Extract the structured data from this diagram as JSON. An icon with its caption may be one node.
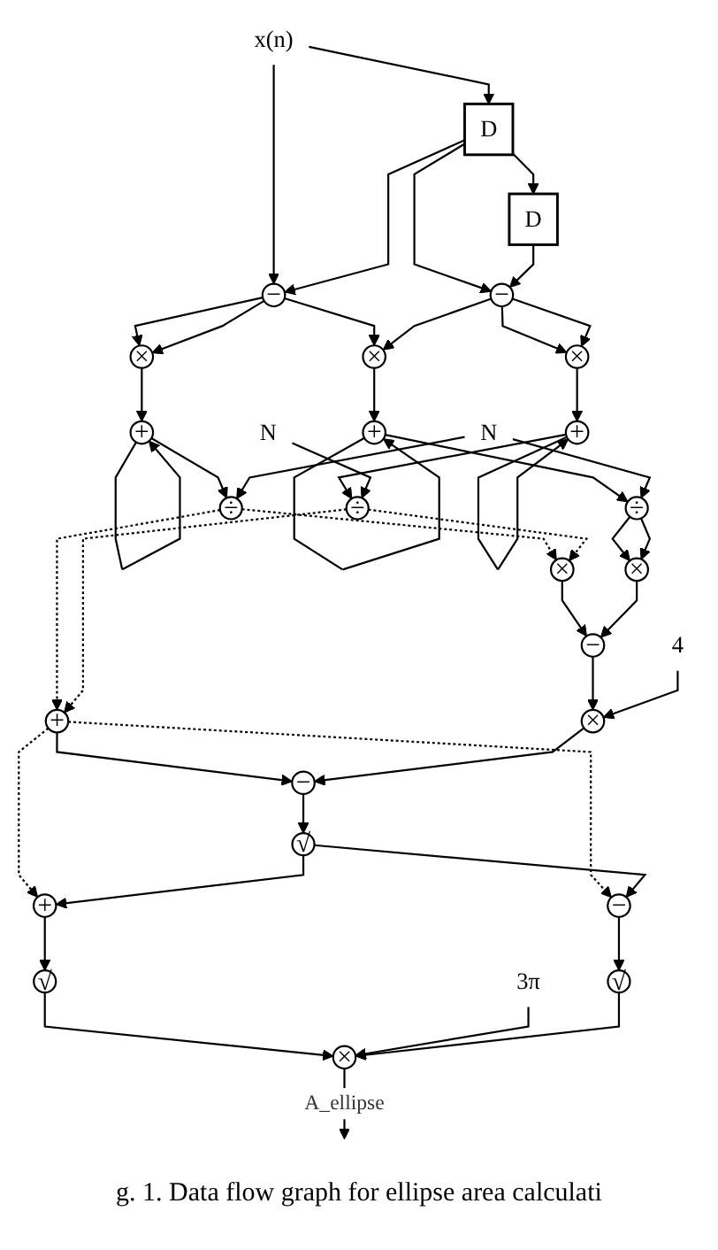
{
  "diagram": {
    "caption": "g. 1. Data flow graph for ellipse area calculati",
    "nodes": [
      {
        "text": [
          "x(n)"
        ]
      },
      {
        "text": [
          "D"
        ]
      },
      {
        "text": [
          "D"
        ]
      },
      {
        "text": [
          "−"
        ]
      },
      {
        "text": [
          "−"
        ]
      },
      {
        "text": [
          "×"
        ]
      },
      {
        "text": [
          "×"
        ]
      },
      {
        "text": [
          "×"
        ]
      },
      {
        "text": [
          "+"
        ]
      },
      {
        "text": [
          "+"
        ]
      },
      {
        "text": [
          "+"
        ]
      },
      {
        "text": [
          "N"
        ]
      },
      {
        "text": [
          "÷"
        ]
      },
      {
        "text": [
          "÷"
        ]
      },
      {
        "text": [
          "÷"
        ]
      },
      {
        "text": [
          "N"
        ]
      },
      {
        "text": [
          "×"
        ]
      },
      {
        "text": [
          "×"
        ]
      },
      {
        "text": [
          "+"
        ]
      },
      {
        "text": [
          "−"
        ]
      },
      {
        "text": [
          "−"
        ]
      },
      {
        "text": [
          "4"
        ]
      },
      {
        "text": [
          "×"
        ]
      },
      {
        "text": [
          "√"
        ]
      },
      {
        "text": [
          "+"
        ]
      },
      {
        "text": [
          "−"
        ]
      },
      {
        "text": [
          "√"
        ]
      },
      {
        "text": [
          "3π"
        ]
      },
      {
        "text": [
          "√"
        ]
      },
      {
        "text": [
          "×"
        ]
      }
    ],
    "edges": [
      {
        "from": 0,
        "to": 1,
        "arrow": "to"
      },
      {
        "from": 0,
        "to": 3,
        "arrow": "to"
      },
      {
        "from": 1,
        "to": 2,
        "arrow": "to"
      },
      {
        "from": 1,
        "to": 3,
        "arrow": "to"
      },
      {
        "from": 1,
        "to": 4,
        "arrow": "to"
      },
      {
        "from": 2,
        "to": 4,
        "arrow": "to"
      },
      {
        "from": 3,
        "to": 5,
        "arrow": "to"
      },
      {
        "from": 3,
        "to": 5,
        "arrow": "to"
      },
      {
        "from": 3,
        "to": 6,
        "arrow": "to"
      },
      {
        "from": 4,
        "to": 6,
        "arrow": "to"
      },
      {
        "from": 4,
        "to": 7,
        "arrow": "to"
      },
      {
        "from": 4,
        "to": 7,
        "arrow": "to"
      },
      {
        "from": 5,
        "to": 8,
        "arrow": "to"
      },
      {
        "from": 6,
        "to": 9,
        "arrow": "to"
      },
      {
        "from": 7,
        "to": 10,
        "arrow": "to"
      },
      {
        "from": 8,
        "to": 8,
        "arrow": "to"
      },
      {
        "from": 9,
        "to": 9,
        "arrow": "to"
      },
      {
        "from": 10,
        "to": 10,
        "arrow": "to"
      },
      {
        "from": 8,
        "to": 12,
        "arrow": "to"
      },
      {
        "from": 9,
        "to": 13,
        "arrow": "to"
      },
      {
        "from": 10,
        "to": 14,
        "arrow": "to"
      },
      {
        "from": 11,
        "to": 12,
        "arrow": "to"
      },
      {
        "from": 11,
        "to": 13,
        "arrow": "to"
      },
      {
        "from": 15,
        "to": 14,
        "arrow": "to"
      },
      {
        "from": 12,
        "to": 16,
        "arrow": "to",
        "style": "dashed"
      },
      {
        "from": 12,
        "to": 18,
        "arrow": "to",
        "style": "dashed"
      },
      {
        "from": 13,
        "to": 17,
        "arrow": "to"
      },
      {
        "from": 13,
        "to": 17,
        "arrow": "to"
      },
      {
        "from": 14,
        "to": 16,
        "arrow": "to",
        "style": "dashed"
      },
      {
        "from": 14,
        "to": 18,
        "arrow": "to",
        "style": "dashed"
      },
      {
        "from": 16,
        "to": 19,
        "arrow": "to"
      },
      {
        "from": 17,
        "to": 19,
        "arrow": "to"
      },
      {
        "from": 18,
        "to": 20,
        "arrow": "to"
      },
      {
        "from": 19,
        "to": 22,
        "arrow": "to"
      },
      {
        "from": 21,
        "to": 22,
        "arrow": "to"
      },
      {
        "from": 22,
        "to": 20,
        "arrow": "to"
      },
      {
        "from": 20,
        "to": 23,
        "arrow": "to"
      },
      {
        "from": 18,
        "to": 24,
        "arrow": "to",
        "style": "dashed"
      },
      {
        "from": 18,
        "to": 25,
        "arrow": "to",
        "style": "dashed"
      },
      {
        "from": 23,
        "to": 24,
        "arrow": "to"
      },
      {
        "from": 23,
        "to": 25,
        "arrow": "to"
      },
      {
        "from": 24,
        "to": 26,
        "arrow": "to"
      },
      {
        "from": 25,
        "to": 28,
        "arrow": "to"
      },
      {
        "from": 26,
        "to": 29,
        "arrow": "to"
      },
      {
        "from": 27,
        "to": 29,
        "arrow": "to"
      },
      {
        "from": 28,
        "to": 29,
        "arrow": "to"
      },
      {
        "from": 29,
        "to": null,
        "label": "A_ellipse",
        "arrow": "to"
      }
    ]
  }
}
